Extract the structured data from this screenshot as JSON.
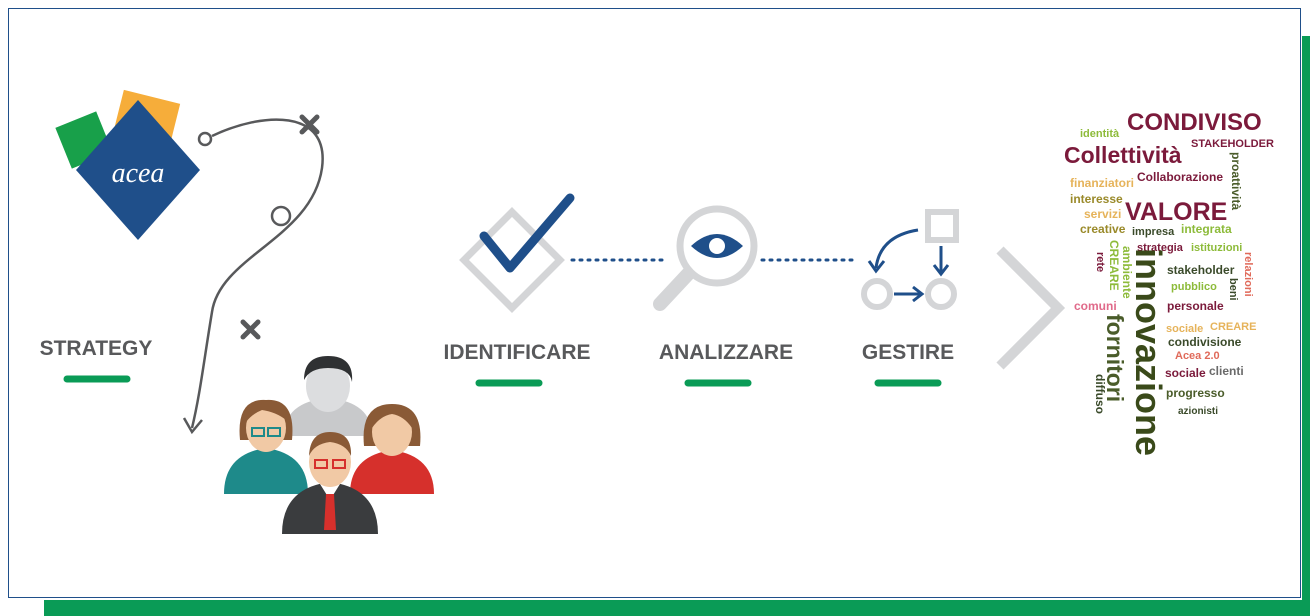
{
  "logo": {
    "text": "acea"
  },
  "steps": [
    {
      "label": "STRATEGY"
    },
    {
      "label": "IDENTIFICARE"
    },
    {
      "label": "ANALIZZARE"
    },
    {
      "label": "GESTIRE"
    }
  ],
  "icons": {
    "start": "path-start-circle-icon",
    "mid": "path-waypoint-circle-icon",
    "cross": "x-mark-icon",
    "people": "stakeholder-group-icon",
    "check": "checkmark-icon",
    "eye": "magnifier-eye-icon",
    "flow": "process-flow-icon",
    "arrow": "chevron-right-icon"
  },
  "colors": {
    "accent_green": "#0a9b56",
    "navy": "#1f4f8a",
    "label_gray": "#58595b",
    "logo_orange": "#f6ad3a",
    "logo_green": "#18a04a",
    "logo_blue": "#1f4f8a"
  },
  "word_cloud": {
    "words": [
      {
        "text": "CONDIVISO",
        "color": "#7b1a3b"
      },
      {
        "text": "identità",
        "color": "#8dbb3a"
      },
      {
        "text": "STAKEHOLDER",
        "color": "#7b1a3b"
      },
      {
        "text": "Collettività",
        "color": "#7b1a3b"
      },
      {
        "text": "proattività",
        "color": "#4a5c2a"
      },
      {
        "text": "finanziatori",
        "color": "#e6b35a"
      },
      {
        "text": "Collaborazione",
        "color": "#7b1a3b"
      },
      {
        "text": "interesse",
        "color": "#9a8a2a"
      },
      {
        "text": "servizi",
        "color": "#e6b35a"
      },
      {
        "text": "VALORE",
        "color": "#7b1a3b"
      },
      {
        "text": "creative",
        "color": "#9a8a2a"
      },
      {
        "text": "impresa",
        "color": "#3a4a2a"
      },
      {
        "text": "integrata",
        "color": "#8dbb3a"
      },
      {
        "text": "strategia",
        "color": "#7b1a3b"
      },
      {
        "text": "istituzioni",
        "color": "#8dbb3a"
      },
      {
        "text": "rete",
        "color": "#7b1a3b"
      },
      {
        "text": "CREARE",
        "color": "#8dbb3a"
      },
      {
        "text": "ambiente",
        "color": "#8dbb3a"
      },
      {
        "text": "innovazione",
        "color": "#3a4a1a"
      },
      {
        "text": "stakeholder",
        "color": "#3a4a2a"
      },
      {
        "text": "relazioni",
        "color": "#e06a5a"
      },
      {
        "text": "pubblico",
        "color": "#8dbb3a"
      },
      {
        "text": "beni",
        "color": "#3a4a2a"
      },
      {
        "text": "comuni",
        "color": "#e06a8a"
      },
      {
        "text": "fornitori",
        "color": "#4a5c2a"
      },
      {
        "text": "personale",
        "color": "#7b1a3b"
      },
      {
        "text": "sociale",
        "color": "#e6b35a"
      },
      {
        "text": "CREARE",
        "color": "#e6b35a"
      },
      {
        "text": "condivisione",
        "color": "#3a4a2a"
      },
      {
        "text": "Acea 2.0",
        "color": "#e06a5a"
      },
      {
        "text": "sociale",
        "color": "#7b1a3b"
      },
      {
        "text": "clienti",
        "color": "#6a6a6a"
      },
      {
        "text": "diffuso",
        "color": "#3a4a2a"
      },
      {
        "text": "progresso",
        "color": "#4a5c2a"
      },
      {
        "text": "azionisti",
        "color": "#3a4a2a"
      }
    ]
  }
}
